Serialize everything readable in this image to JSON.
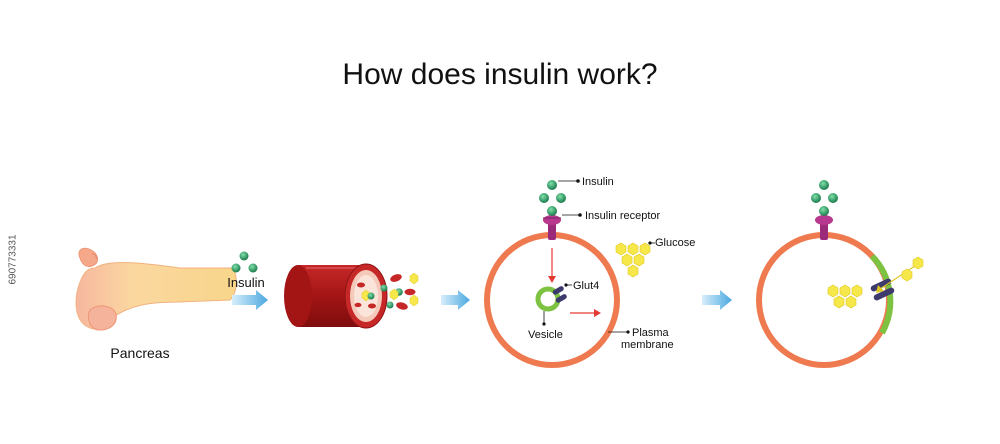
{
  "title": "How does insulin work?",
  "labels": {
    "pancreas": "Pancreas",
    "insulin_arrow": "Insulin",
    "insulin": "Insulin",
    "insulin_receptor": "Insulin receptor",
    "glucose": "Glucose",
    "glut4": "Glut4",
    "vesicle": "Vesicle",
    "plasma_line1": "Plasma",
    "plasma_line2": "membrane"
  },
  "stock_id": "690773331",
  "colors": {
    "membrane": "#f07a4f",
    "insulin": "#1e8c55",
    "receptor": "#9b2a7a",
    "glucose": "#f6e84a",
    "vesicle": "#7dc241",
    "glut4": "#3d3a6e",
    "arrow": "#6ab7e6",
    "signal": "#e53935",
    "vessel": "#b71c1c",
    "pancreas": "#f7cf8a"
  }
}
